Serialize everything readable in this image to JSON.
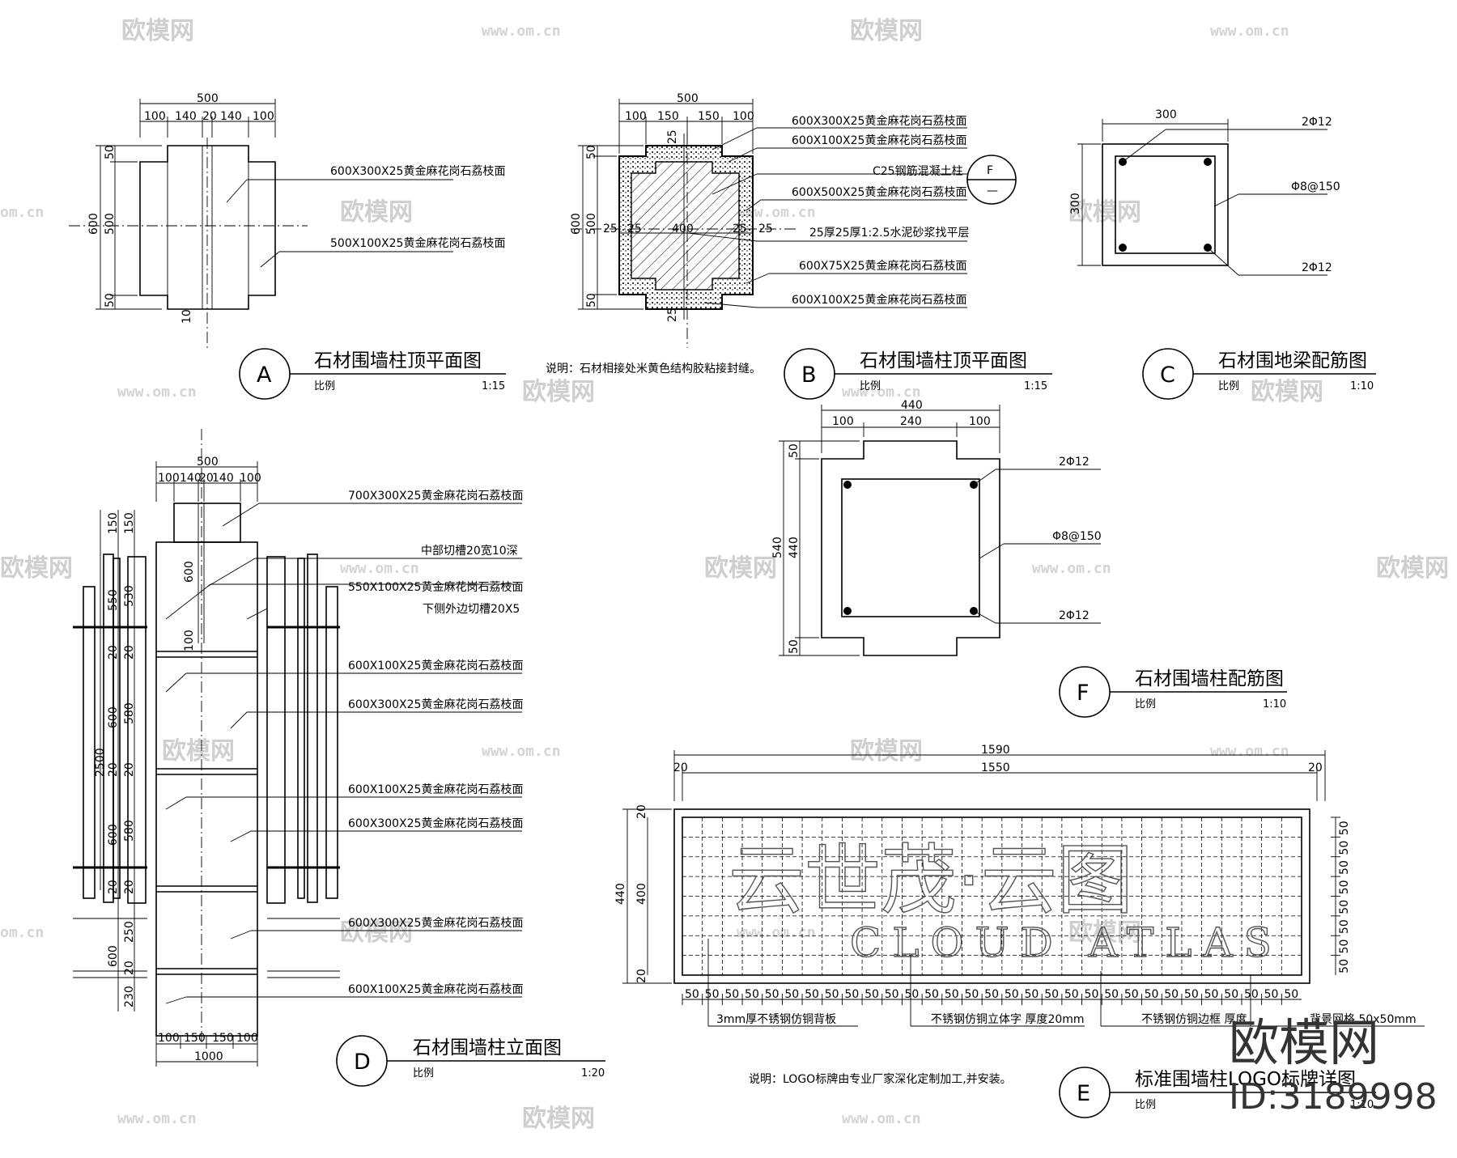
{
  "watermark": {
    "brand": "欧模网",
    "url": "www.om.cn",
    "url_short": "om.cn",
    "id": "ID:3189998"
  },
  "drawing_a": {
    "tag": "A",
    "title": "石材围墙柱顶平面图",
    "scale_label": "比例",
    "scale": "1:15",
    "dims_top": [
      "100",
      "140",
      "20",
      "140",
      "100"
    ],
    "dim_total": "500",
    "dims_left": [
      "50",
      "500",
      "50"
    ],
    "dim_left_total": "600",
    "dim_bottom": "10",
    "notes": [
      "600X300X25黄金麻花岗石荔枝面",
      "500X100X25黄金麻花岗石荔枝面"
    ]
  },
  "drawing_b": {
    "tag": "B",
    "title": "石材围墙柱顶平面图",
    "scale_label": "比例",
    "scale": "1:15",
    "dims_top": [
      "100",
      "150",
      "150",
      "100"
    ],
    "dim_total": "500",
    "dims_left": [
      "50",
      "500",
      "50"
    ],
    "dim_left_total": "600",
    "dims_inner": [
      "25",
      "25",
      "400",
      "25",
      "25"
    ],
    "dims_vertical": [
      "25",
      "25"
    ],
    "notes": [
      "600X300X25黄金麻花岗石荔枝面",
      "600X100X25黄金麻花岗石荔枝面",
      "C25钢筋混凝土柱",
      "600X500X25黄金麻花岗石荔枝面",
      "25厚25厚1:2.5水泥砂浆找平层",
      "600X75X25黄金麻花岗石荔枝面",
      "600X100X25黄金麻花岗石荔枝面"
    ],
    "ref_top": "F",
    "ref_bottom": "—",
    "remark": "说明：石材相接处米黄色结构胶粘接封缝。"
  },
  "drawing_c": {
    "tag": "C",
    "title": "石材围地梁配筋图",
    "scale_label": "比例",
    "scale": "1:10",
    "dim_top": "300",
    "dim_left": "300",
    "notes": [
      "2Φ12",
      "Φ8@150",
      "2Φ12"
    ]
  },
  "drawing_d": {
    "tag": "D",
    "title": "石材围墙柱立面图",
    "scale_label": "比例",
    "scale": "1:20",
    "dims_top": [
      "100",
      "140",
      "20",
      "140",
      "100"
    ],
    "dim_total": "500",
    "dims_bottom": [
      "100",
      "150",
      "150",
      "100"
    ],
    "dim_bottom_total": "1000",
    "dim_height": "2500",
    "dims_left_outer": [
      "150",
      "550",
      "20",
      "600",
      "20",
      "600",
      "20",
      "600"
    ],
    "dims_left_inner": [
      "150",
      "530",
      "20",
      "580",
      "20",
      "580",
      "20",
      "250",
      "20",
      "230"
    ],
    "dims_inner_col": [
      "600",
      "100"
    ],
    "notes": [
      "700X300X25黄金麻花岗石荔枝面",
      "中部切槽20宽10深",
      "550X100X25黄金麻花岗石荔枝面",
      "下侧外边切槽20X5",
      "600X100X25黄金麻花岗石荔枝面",
      "600X300X25黄金麻花岗石荔枝面",
      "600X100X25黄金麻花岗石荔枝面",
      "600X300X25黄金麻花岗石荔枝面",
      "600X300X25黄金麻花岗石荔枝面",
      "600X100X25黄金麻花岗石荔枝面"
    ]
  },
  "drawing_e": {
    "tag": "E",
    "title": "标准围墙柱LOGO标牌详图",
    "scale_label": "比例",
    "scale": "1:10",
    "dim_total": "1590",
    "dim_inner": "1550",
    "dim_side": "20",
    "dim_height": "440",
    "dim_inner_height": "400",
    "grid_step": "50",
    "notes": [
      "3mm厚不锈钢仿铜背板",
      "不锈钢仿铜立体字 厚度20mm",
      "不锈钢仿铜边框 厚度",
      "背景网格 50x50mm"
    ],
    "logo_cn": "云世茂·云图",
    "logo_en": "CLOUD ATLAS",
    "remark": "说明：LOGO标牌由专业厂家深化定制加工,并安装。"
  },
  "drawing_f": {
    "tag": "F",
    "title": "石材围墙柱配筋图",
    "scale_label": "比例",
    "scale": "1:10",
    "dims_top": [
      "100",
      "240",
      "100"
    ],
    "dim_total": "440",
    "dims_left": [
      "50",
      "440",
      "50"
    ],
    "dim_left_total": "540",
    "notes": [
      "2Φ12",
      "Φ8@150",
      "2Φ12"
    ]
  }
}
